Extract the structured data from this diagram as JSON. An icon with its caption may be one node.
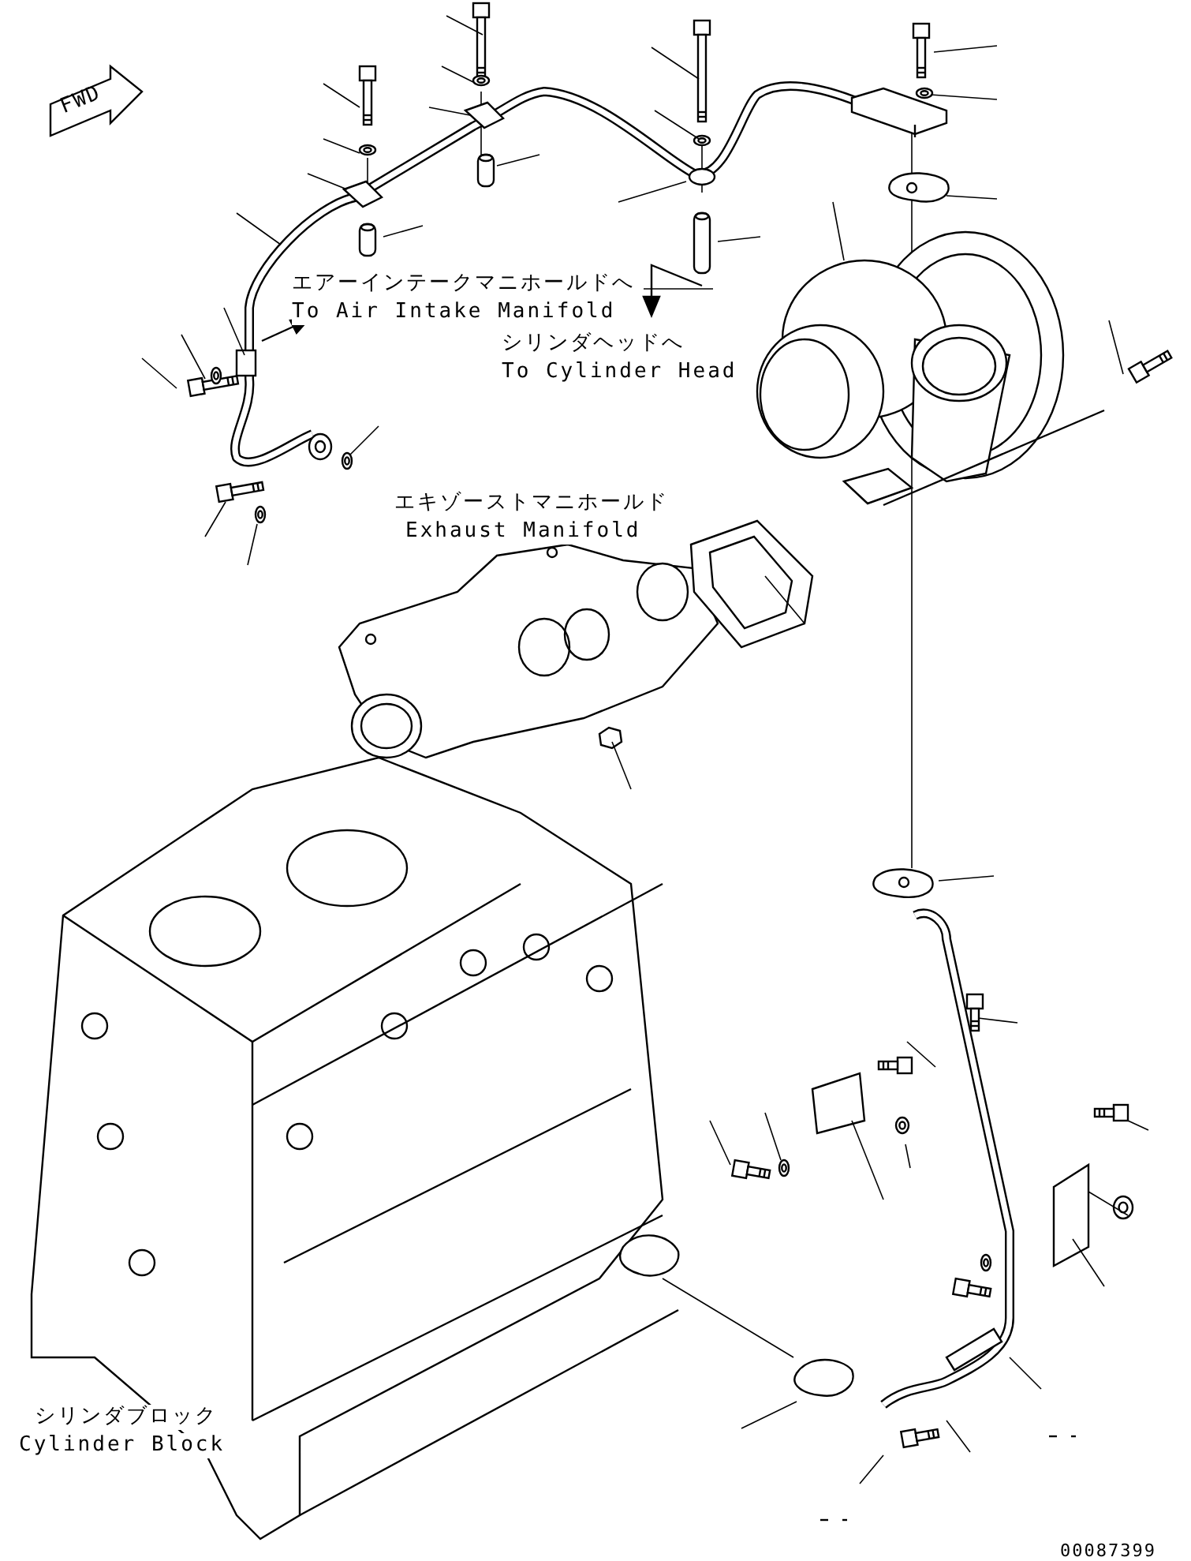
{
  "diagram": {
    "nodes": [
      {
        "text": [
          "FWD"
        ]
      }
    ],
    "labels": [
      "エアーインテークマニホールドへ",
      "To Air Intake Manifold",
      "シリンダヘッドへ",
      "To Cylinder Head",
      "エキゾーストマニホールド",
      "Exhaust Manifold",
      "シリンダブロック",
      "Cylinder Block",
      "00087399"
    ]
  }
}
